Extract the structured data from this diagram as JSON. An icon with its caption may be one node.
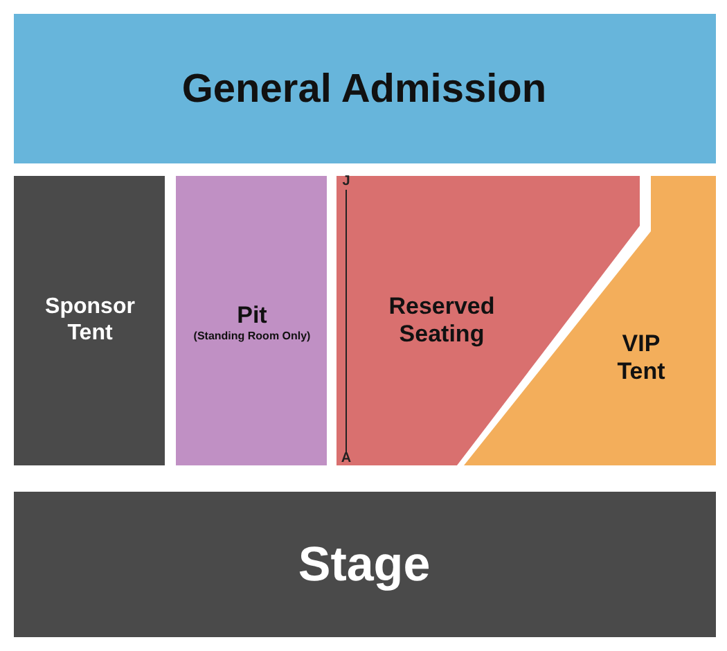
{
  "diagram": {
    "nodes": [
      {
        "text": [
          "General Admission"
        ]
      },
      {
        "text": [
          "Sponsor Tent"
        ]
      },
      {
        "text": [
          "Pit",
          "(Standing Room Only)"
        ]
      },
      {
        "text": [
          "Reserved Seating"
        ]
      },
      {
        "text": [
          "VIP Tent"
        ]
      },
      {
        "text": [
          "Stage"
        ]
      }
    ],
    "edges": [],
    "labels": [
      "J",
      "A"
    ]
  }
}
